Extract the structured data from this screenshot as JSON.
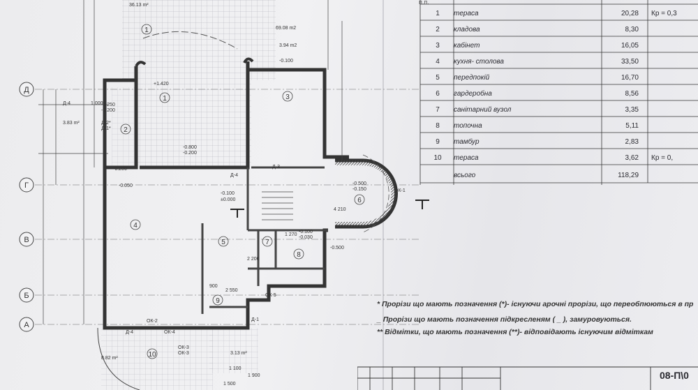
{
  "axes": [
    "Д",
    "Г",
    "В",
    "Б",
    "А"
  ],
  "room_numbers": [
    "1",
    "1",
    "2",
    "3",
    "4",
    "5",
    "6",
    "7",
    "8",
    "9",
    "10"
  ],
  "annotations": [
    "36.13 m²",
    "69.08 m2",
    "3.94 m2",
    "-0.100",
    "+1.420",
    "3.83 m²",
    "-0.800",
    "-0.200",
    "-0.100",
    "±0.000",
    "-0.500",
    "-0.150",
    "-0.100",
    "-0.030",
    "4 210",
    "1 270",
    "8.82 m²",
    "3.13 m²",
    "ОК-3",
    "ОК-3",
    "Д-4",
    "ОК-4",
    "ОК-2",
    "ОК-5",
    "ОК-1",
    "-0.500",
    "-0.200",
    "-0.250",
    "-0.200",
    "Д-2*",
    "Д-1*",
    "Д-3",
    "Д-4",
    "2 200",
    "2 550",
    "1 900",
    "1 500",
    "1 100",
    "Д-4",
    "1 000",
    "Д-1",
    "900",
    "-0.050"
  ],
  "schedule": {
    "header_no": "п.п.",
    "rows": [
      {
        "no": "1",
        "name": "тераса",
        "area": "20,28",
        "kp": "Кр = 0,3"
      },
      {
        "no": "2",
        "name": "кладова",
        "area": "8,30",
        "kp": ""
      },
      {
        "no": "3",
        "name": "кабінет",
        "area": "16,05",
        "kp": ""
      },
      {
        "no": "4",
        "name": "кухня- столова",
        "area": "33,50",
        "kp": ""
      },
      {
        "no": "5",
        "name": "передпокій",
        "area": "16,70",
        "kp": ""
      },
      {
        "no": "6",
        "name": "гардеробна",
        "area": "8,56",
        "kp": ""
      },
      {
        "no": "7",
        "name": "санітарний вузол",
        "area": "3,35",
        "kp": ""
      },
      {
        "no": "8",
        "name": "топочна",
        "area": "5,11",
        "kp": ""
      },
      {
        "no": "9",
        "name": "тамбур",
        "area": "2,83",
        "kp": ""
      },
      {
        "no": "10",
        "name": "тераса",
        "area": "3,62",
        "kp": "Кр = 0,"
      },
      {
        "no": "",
        "name": "всього",
        "area": "118,29",
        "kp": ""
      }
    ]
  },
  "notes": [
    "* Прорізи що мають позначення (*)- існуючи арочні прорізи, що переобпюються в пр",
    "_ Прорізи що мають позначення підкресленям ( _ ), замуровуються.",
    "** Відмітки, що мають позначення (**)- відповідають існуючим відміткам"
  ],
  "stamp": {
    "code": "08-П\\0"
  }
}
